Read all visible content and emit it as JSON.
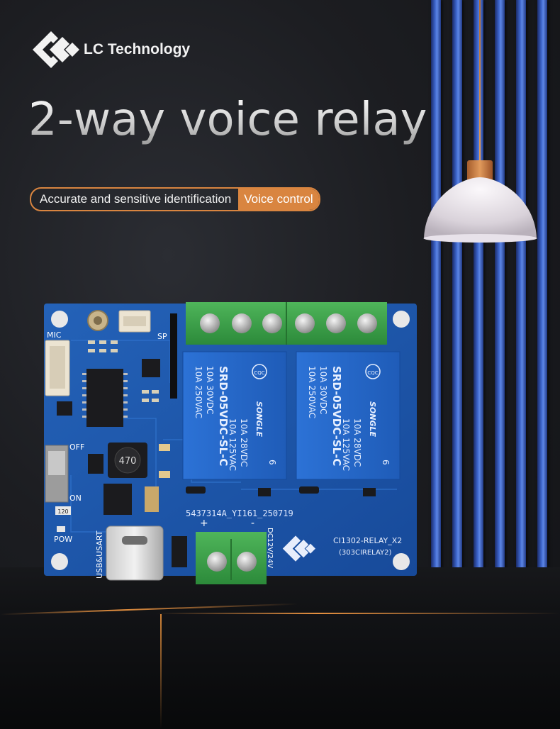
{
  "brand": {
    "name": "LC Technology",
    "logo_icon": "lc-logo-icon"
  },
  "title": "2-way voice relay",
  "features": {
    "primary": "Accurate and sensitive identification",
    "secondary": "Voice control"
  },
  "colors": {
    "accent": "#d98540",
    "board": "#1d56b0",
    "relay": "#2a6ed2",
    "terminal": "#3aa04a",
    "stripe": "#3b63c8"
  },
  "board": {
    "labels": {
      "mic": "MIC",
      "sp": "SP",
      "off": "OFF",
      "on": "ON",
      "pow": "POW",
      "usb": "USB&USART",
      "plus": "+",
      "minus": "-",
      "dc": "DC12V/24V",
      "inductor": "470",
      "led_code": "120",
      "serial": "5437314A_YI161_250719",
      "model": "CI1302-RELAY_X2",
      "model_sub": "(303CIRELAY2)"
    },
    "relays": [
      {
        "brand": "SONGLE",
        "model": "SRD-05VDC-SL-C",
        "rating1": "10A 250VAC",
        "rating2": "10A 30VDC",
        "rating3": "10A 125VAC",
        "rating4": "10A 28VDC",
        "pins": "6",
        "cert": "CQC"
      },
      {
        "brand": "SONGLE",
        "model": "SRD-05VDC-SL-C",
        "rating1": "10A 250VAC",
        "rating2": "10A 30VDC",
        "rating3": "10A 125VAC",
        "rating4": "10A 28VDC",
        "pins": "6",
        "cert": "CQC"
      }
    ]
  }
}
